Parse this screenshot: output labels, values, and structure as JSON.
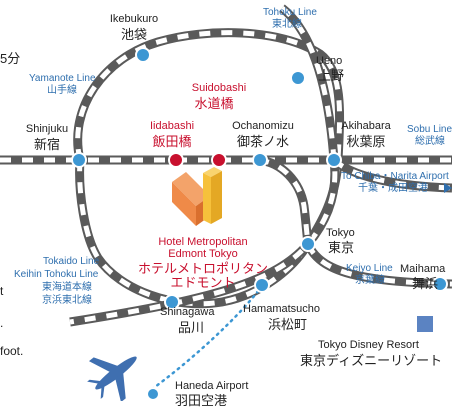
{
  "colors": {
    "rail_dark": "#5a5a5a",
    "rail_light": "#ffffff",
    "station": "#3d97d3",
    "highlight": "#c8102e",
    "line_label": "#2f6fae",
    "hotel_orange": "#ef8a48",
    "hotel_yellow": "#f6c13b",
    "plane": "#3f6fb0",
    "disney_square": "#5b83c2"
  },
  "edge_text": {
    "minutes_fragment": "5分",
    "fragment_1": "t",
    "fragment_2": ".",
    "fragment_3": "foot."
  },
  "lines": {
    "tohoku": {
      "en": "Tohoku Line",
      "ja": "東北線"
    },
    "yamanote": {
      "en": "Yamanote Line",
      "ja": "山手線"
    },
    "sobu": {
      "en": "Sobu Line",
      "ja": "総武線"
    },
    "tokaido": {
      "en": "Tokaido Line",
      "ja": "東海道本線"
    },
    "keihin_tohoku": {
      "en": "Keihin Tohoku Line",
      "ja": "京浜東北線"
    },
    "keiyo": {
      "en": "Keiyo Line",
      "ja": "京葉線"
    }
  },
  "stations": {
    "ikebukuro": {
      "en": "Ikebukuro",
      "ja": "池袋"
    },
    "ueno": {
      "en": "Ueno",
      "ja": "上野"
    },
    "shinjuku": {
      "en": "Shinjuku",
      "ja": "新宿"
    },
    "suidobashi": {
      "en": "Suidobashi",
      "ja": "水道橋"
    },
    "iidabashi": {
      "en": "Iidabashi",
      "ja": "飯田橋"
    },
    "ochanomizu": {
      "en": "Ochanomizu",
      "ja": "御茶ノ水"
    },
    "akihabara": {
      "en": "Akihabara",
      "ja": "秋葉原"
    },
    "tokyo": {
      "en": "Tokyo",
      "ja": "東京"
    },
    "maihama": {
      "en": "Maihama",
      "ja": "舞浜"
    },
    "shinagawa": {
      "en": "Shinagawa",
      "ja": "品川"
    },
    "hamamatsucho": {
      "en": "Hamamatsucho",
      "ja": "浜松町"
    },
    "haneda": {
      "en": "Haneda Airport",
      "ja": "羽田空港"
    }
  },
  "destinations": {
    "chiba_narita": {
      "en": "To Chiba・Narita Airport",
      "ja": "千葉・成田空港"
    },
    "disney": {
      "en": "Tokyo Disney Resort",
      "ja": "東京ディズニーリゾート"
    }
  },
  "hotel": {
    "en_line1": "Hotel Metropolitan",
    "en_line2": "Edmont Tokyo",
    "ja_line1": "ホテルメトロポリタン",
    "ja_line2": "エドモント"
  }
}
